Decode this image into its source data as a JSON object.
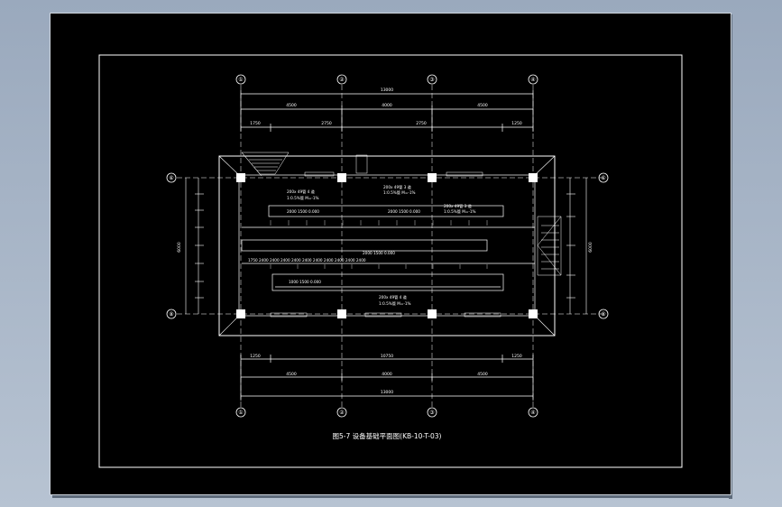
{
  "drawing": {
    "caption": "图5-7  设备基础平面图(KB-10-T-03)",
    "grid_columns": [
      "①",
      "②",
      "③",
      "④"
    ],
    "grid_rows": [
      "⑥",
      "⑧"
    ],
    "dims_top_overall": "13000",
    "dims_top_bays": [
      "4500",
      "4000",
      "4500"
    ],
    "dims_top_sub": [
      "1750",
      "2750",
      "2750",
      "1250"
    ],
    "dims_bottom_overall": "13000",
    "dims_bottom_bays": [
      "4500",
      "4000",
      "4500"
    ],
    "dims_bottom_sub": [
      "1250",
      "10750",
      "1250"
    ],
    "dims_left_overall": "6000",
    "dims_right_overall": "6000",
    "labels": {
      "upper_note_1": "200x 49管 4 道",
      "upper_note_1b": "1:0.5%管 M=-1%",
      "upper_note_2": "200x 49管 3 道",
      "upper_note_2b": "1:0.5%管 M=-1%",
      "upper_trench": "2000 1500  0.000",
      "mid_trench": "2000 1500  0.000",
      "lower_note": "200x 49管 4 道",
      "lower_note_b": "1:0.5%管 M=-1%",
      "bottom_trench": "1000 1500  0.000",
      "spacing_row": "1750  2400 2400 2400  2400 2400 2400 2400  2400 2400  2400"
    }
  },
  "colors": {
    "background": "#000000",
    "line": "#ffffff",
    "chrome": "#a5b4c6"
  }
}
